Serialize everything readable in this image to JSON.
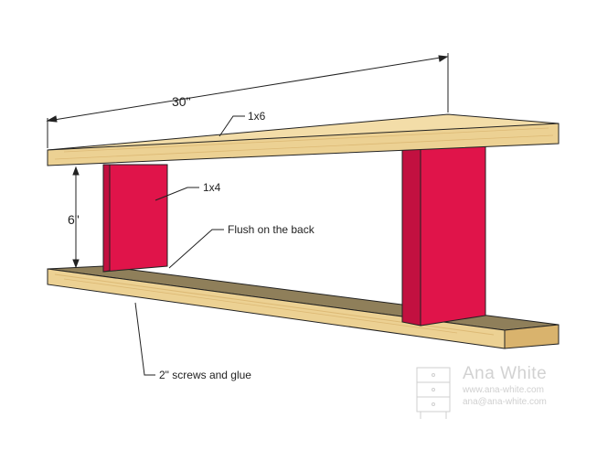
{
  "diagram": {
    "labels": {
      "width_dim": "30\"",
      "height_dim": "6\"",
      "top_board": "1x6",
      "side_support": "1x4",
      "flush_note": "Flush on the back",
      "fastener_note": "2\" screws and glue"
    },
    "colors": {
      "wood_face": "#f3dda8",
      "wood_front": "#ecd193",
      "wood_edge": "#d9b36d",
      "bottom_inside": "#8f7f5a",
      "support_front": "#e0144a",
      "support_side": "#c21040",
      "line": "#222222"
    }
  },
  "watermark": {
    "brand": "Ana White",
    "url": "www.ana-white.com",
    "email": "ana@ana-white.com"
  }
}
